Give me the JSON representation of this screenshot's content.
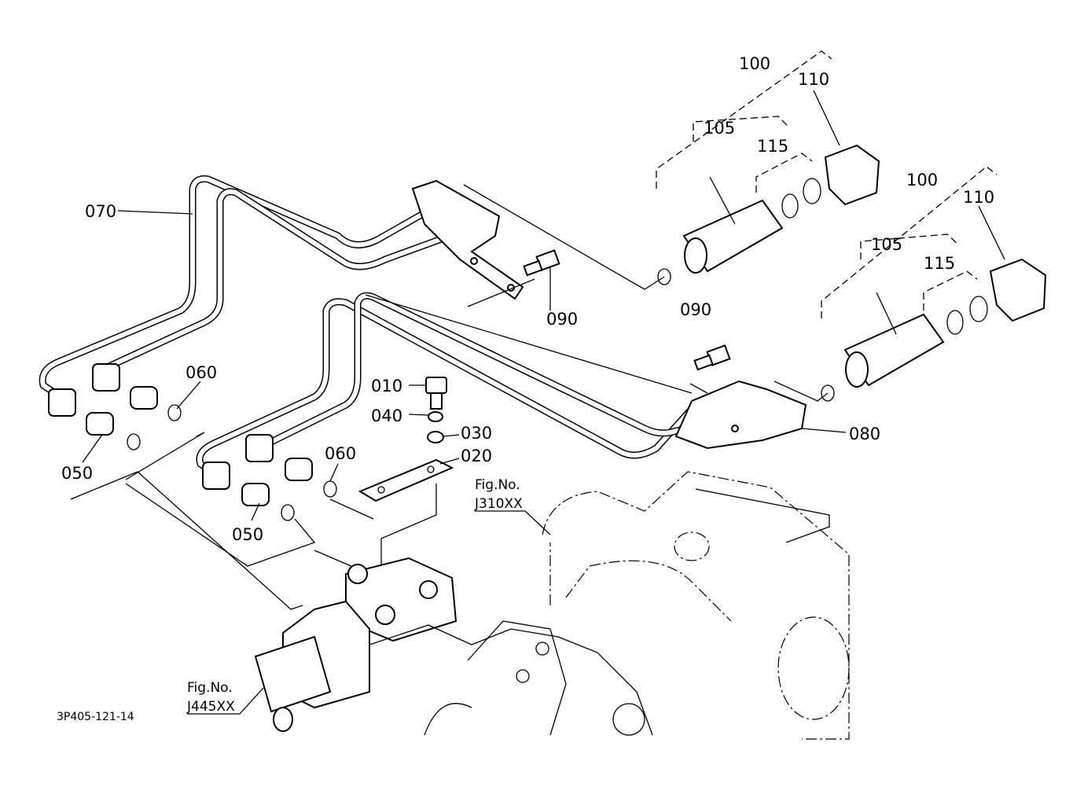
{
  "diagram_code": "3P405-121-14",
  "figure_refs": [
    {
      "label": "Fig.No.",
      "number": "J310XX"
    },
    {
      "label": "Fig.No.",
      "number": "J445XX"
    }
  ],
  "part_callouts": {
    "p100a": "100",
    "p110a": "110",
    "p105a": "105",
    "p115a": "115",
    "p100b": "100",
    "p110b": "110",
    "p105b": "105",
    "p115b": "115",
    "p070": "070",
    "p090a": "090",
    "p090b": "090",
    "p010": "010",
    "p040": "040",
    "p030": "030",
    "p020": "020",
    "p060a": "060",
    "p060b": "060",
    "p050a": "050",
    "p050b": "050",
    "p080": "080"
  }
}
